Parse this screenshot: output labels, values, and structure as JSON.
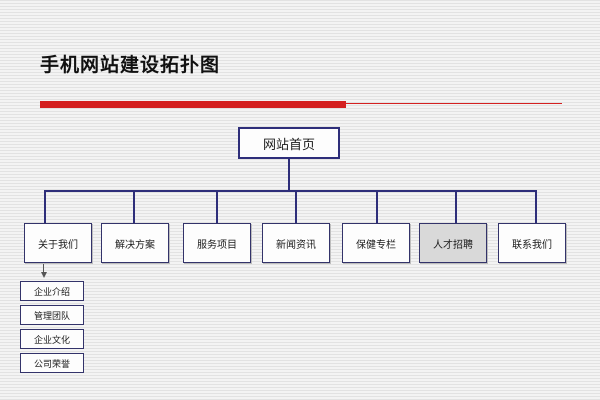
{
  "title": "手机网站建设拓扑图",
  "root": "网站首页",
  "categories": [
    "关于我们",
    "解决方案",
    "服务项目",
    "新闻资讯",
    "保健专栏",
    "人才招聘",
    "联系我们"
  ],
  "sub_items": [
    "企业介绍",
    "管理团队",
    "企业文化",
    "公司荣誉"
  ],
  "colors": {
    "accent_bar": "#d42020",
    "box_border": "#2e2e7a",
    "shaded_box": "#d9d9d9"
  }
}
